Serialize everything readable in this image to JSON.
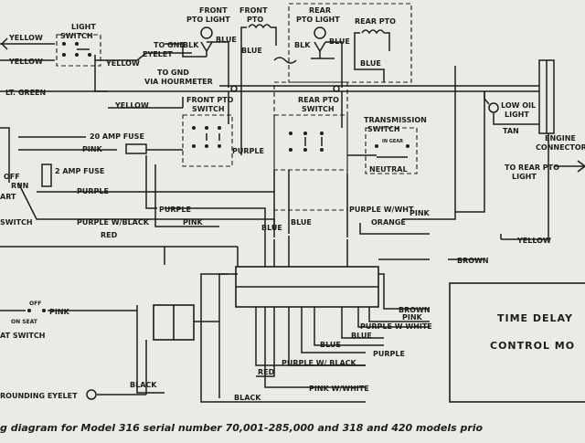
{
  "labels": {
    "light_switch": "LIGHT\nSWITCH",
    "yellow_top_1": "YELLOW",
    "yellow_top_2": "YELLOW",
    "yellow_mid": "YELLOW",
    "front_pto_light": "FRONT\nPTO LIGHT",
    "front_pto": "FRONT\nPTO",
    "blk_1": "BLK",
    "blue_1": "BLUE",
    "blue_2": "BLUE",
    "to_gnd_eyelet": "TO GND\nEYELET",
    "to_gnd_hourmeter": "TO GND\nVIA HOURMETER",
    "rear_pto_light": "REAR\nPTO LIGHT",
    "rear_pto": "REAR PTO",
    "blk_2": "BLK",
    "blue_3": "BLUE",
    "blue_4": "BLUE",
    "lt_green": "LT. GREEN",
    "yellow_2": "YELLOW",
    "front_pto_switch": "FRONT PTO\nSWITCH",
    "rear_pto_switch": "REAR PTO\nSWITCH",
    "transmission_switch": "TRANSMISSION\nSWITCH",
    "neutral": "NEUTRAL",
    "in_gear": "IN GEAR",
    "fuse_20": "20 AMP FUSE",
    "fuse_2": "2 AMP FUSE",
    "pink_1": "PINK",
    "purple_1": "PURPLE",
    "purple_2": "PURPLE",
    "purple_3": "PURPLE",
    "pink_2": "PINK",
    "blue_5": "BLUE",
    "blue_6": "BLUE",
    "purple_w_wht": "PURPLE W/WHT",
    "purple_w_black_1": "PURPLE W/BLACK",
    "red_1": "RED",
    "off": "OFF",
    "run": "RUN",
    "art": "ART",
    "switch_frag": "SWITCH",
    "low_oil_light": "LOW OIL\nLIGHT",
    "tan": "TAN",
    "engine_connector": "ENGINE\nCONNECTOR",
    "to_rear_pto_light": "TO REAR PTO\nLIGHT",
    "pink_3": "PINK",
    "orange": "ORANGE",
    "yellow_3": "YELLOW",
    "brown_1": "BROWN",
    "brown_2": "BROWN",
    "pink_4": "PINK",
    "purple_w_white": "PURPLE W WHITE",
    "blue_7": "BLUE",
    "blue_8": "BLUE",
    "purple_4": "PURPLE",
    "purple_w_black_2": "PURPLE W/ BLACK",
    "red_2": "RED",
    "pink_w_white": "PINK W/WHITE",
    "black_1": "BLACK",
    "black_2": "BLACK",
    "seat_off": "OFF",
    "seat_pink": "PINK",
    "on_seat": "ON SEAT",
    "seat_switch": "AT SWITCH",
    "grounding_eyelet": "ROUNDING EYELET",
    "time_delay": "TIME DELAY",
    "control_module": "CONTROL MO",
    "caption": "g diagram for Model 316 serial number 70,001-285,000 and 318 and 420 models prio"
  }
}
